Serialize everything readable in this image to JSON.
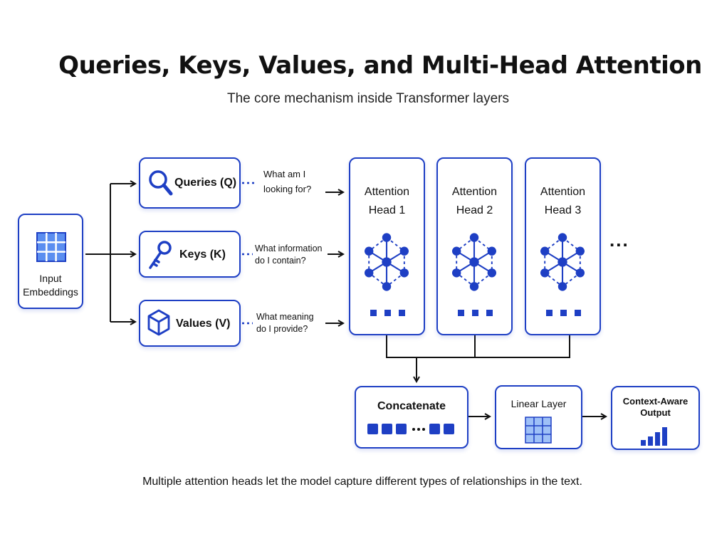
{
  "header": {
    "title": "Queries, Keys, Values, and Multi-Head Attention",
    "subtitle": "The core mechanism inside Transformer layers"
  },
  "input": {
    "label_line1": "Input",
    "label_line2": "Embeddings",
    "icon": "grid-icon"
  },
  "qkv": [
    {
      "label": "Queries (Q)",
      "icon": "magnifier-icon",
      "question_line1": "What am I",
      "question_line2": "looking for?"
    },
    {
      "label": "Keys (K)",
      "icon": "key-icon",
      "question_line1": "What information",
      "question_line2": "do I contain?"
    },
    {
      "label": "Values (V)",
      "icon": "cube-icon",
      "question_line1": "What meaning",
      "question_line2": "do I provide?"
    }
  ],
  "heads": [
    {
      "line1": "Attention",
      "line2": "Head 1"
    },
    {
      "line1": "Attention",
      "line2": "Head 2"
    },
    {
      "line1": "Attention",
      "line2": "Head 3"
    }
  ],
  "more_heads": "...",
  "concat": {
    "label": "Concatenate",
    "ellipsis": "•••"
  },
  "linear": {
    "label": "Linear Layer"
  },
  "output": {
    "line1": "Context-Aware",
    "line2": "Output"
  },
  "footer": "Multiple attention heads let the model capture different types of relationships in the text.",
  "colors": {
    "accent": "#1e3fc4",
    "accent_light": "#5b8ef0",
    "line": "#111111"
  }
}
